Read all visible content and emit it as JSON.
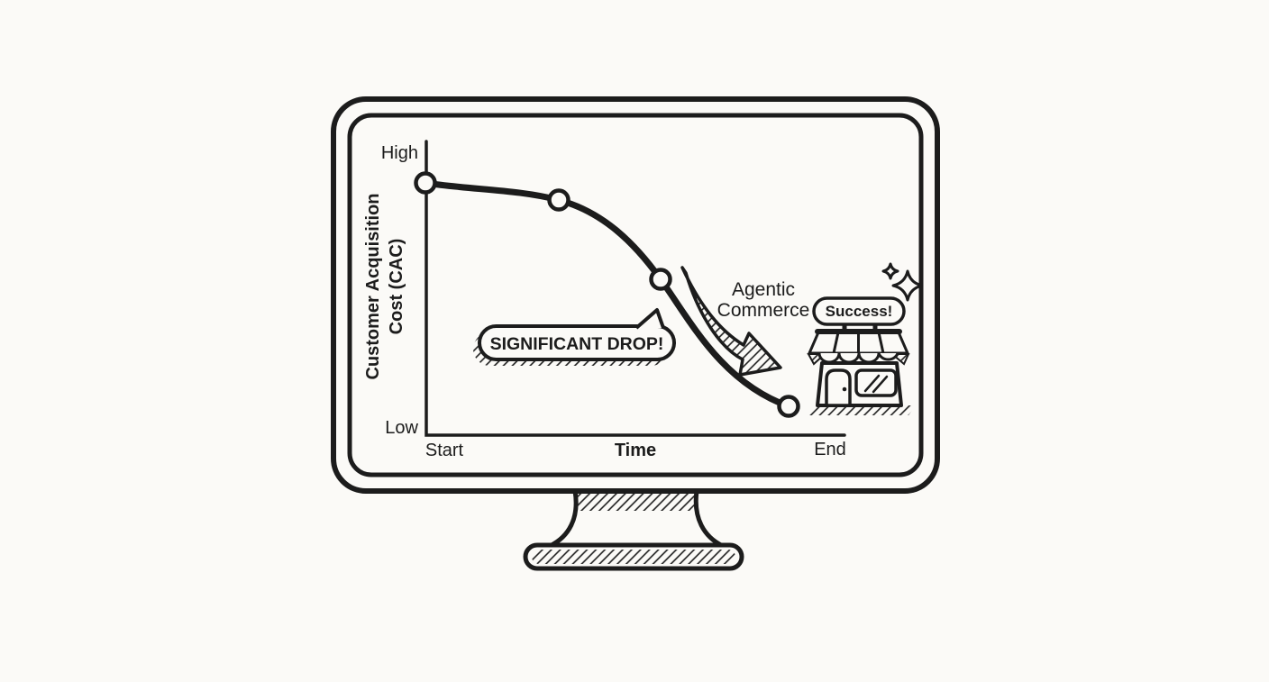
{
  "illustration": {
    "description": "Hand-drawn style monitor showing CAC declining over time",
    "chart": {
      "y_axis_title_line1": "Customer Acquisition",
      "y_axis_title_line2": "Cost (CAC)",
      "y_tick_high": "High",
      "y_tick_low": "Low",
      "x_tick_start": "Start",
      "x_axis_title": "Time",
      "x_tick_end": "End"
    },
    "callout": {
      "label": "SIGNIFICANT DROP!"
    },
    "arrow_label": {
      "line1": "Agentic",
      "line2": "Commerce"
    },
    "store": {
      "sign": "Success!"
    }
  },
  "colors": {
    "ink": "#1c1c1c",
    "paper": "#fbfaf7"
  },
  "chart_data": {
    "type": "line",
    "title": "",
    "xlabel": "Time",
    "ylabel": "Customer Acquisition Cost (CAC)",
    "x_tick_labels": [
      "Start",
      "End"
    ],
    "y_tick_labels": [
      "High",
      "Low"
    ],
    "axis_ranges": {
      "x": [
        0,
        1
      ],
      "y": [
        0,
        1
      ]
    },
    "grid": false,
    "legend": false,
    "series": [
      {
        "name": "CAC",
        "points_normalized": [
          {
            "x": 0.0,
            "y": 0.85
          },
          {
            "x": 0.32,
            "y": 0.8
          },
          {
            "x": 0.56,
            "y": 0.53
          },
          {
            "x": 0.87,
            "y": 0.1
          }
        ],
        "marker": "open-circle",
        "shape": "decreasing S-curve from High at Start to Low at End"
      }
    ],
    "annotations": [
      {
        "text": "SIGNIFICANT DROP!",
        "kind": "speech-bubble",
        "points_at": "steep section of curve"
      },
      {
        "text": "Agentic Commerce",
        "kind": "label-with-down-arrow",
        "points_at": "drop toward Low"
      },
      {
        "text": "Success!",
        "kind": "sign-above-storefront",
        "position": "near End at Low"
      }
    ]
  }
}
